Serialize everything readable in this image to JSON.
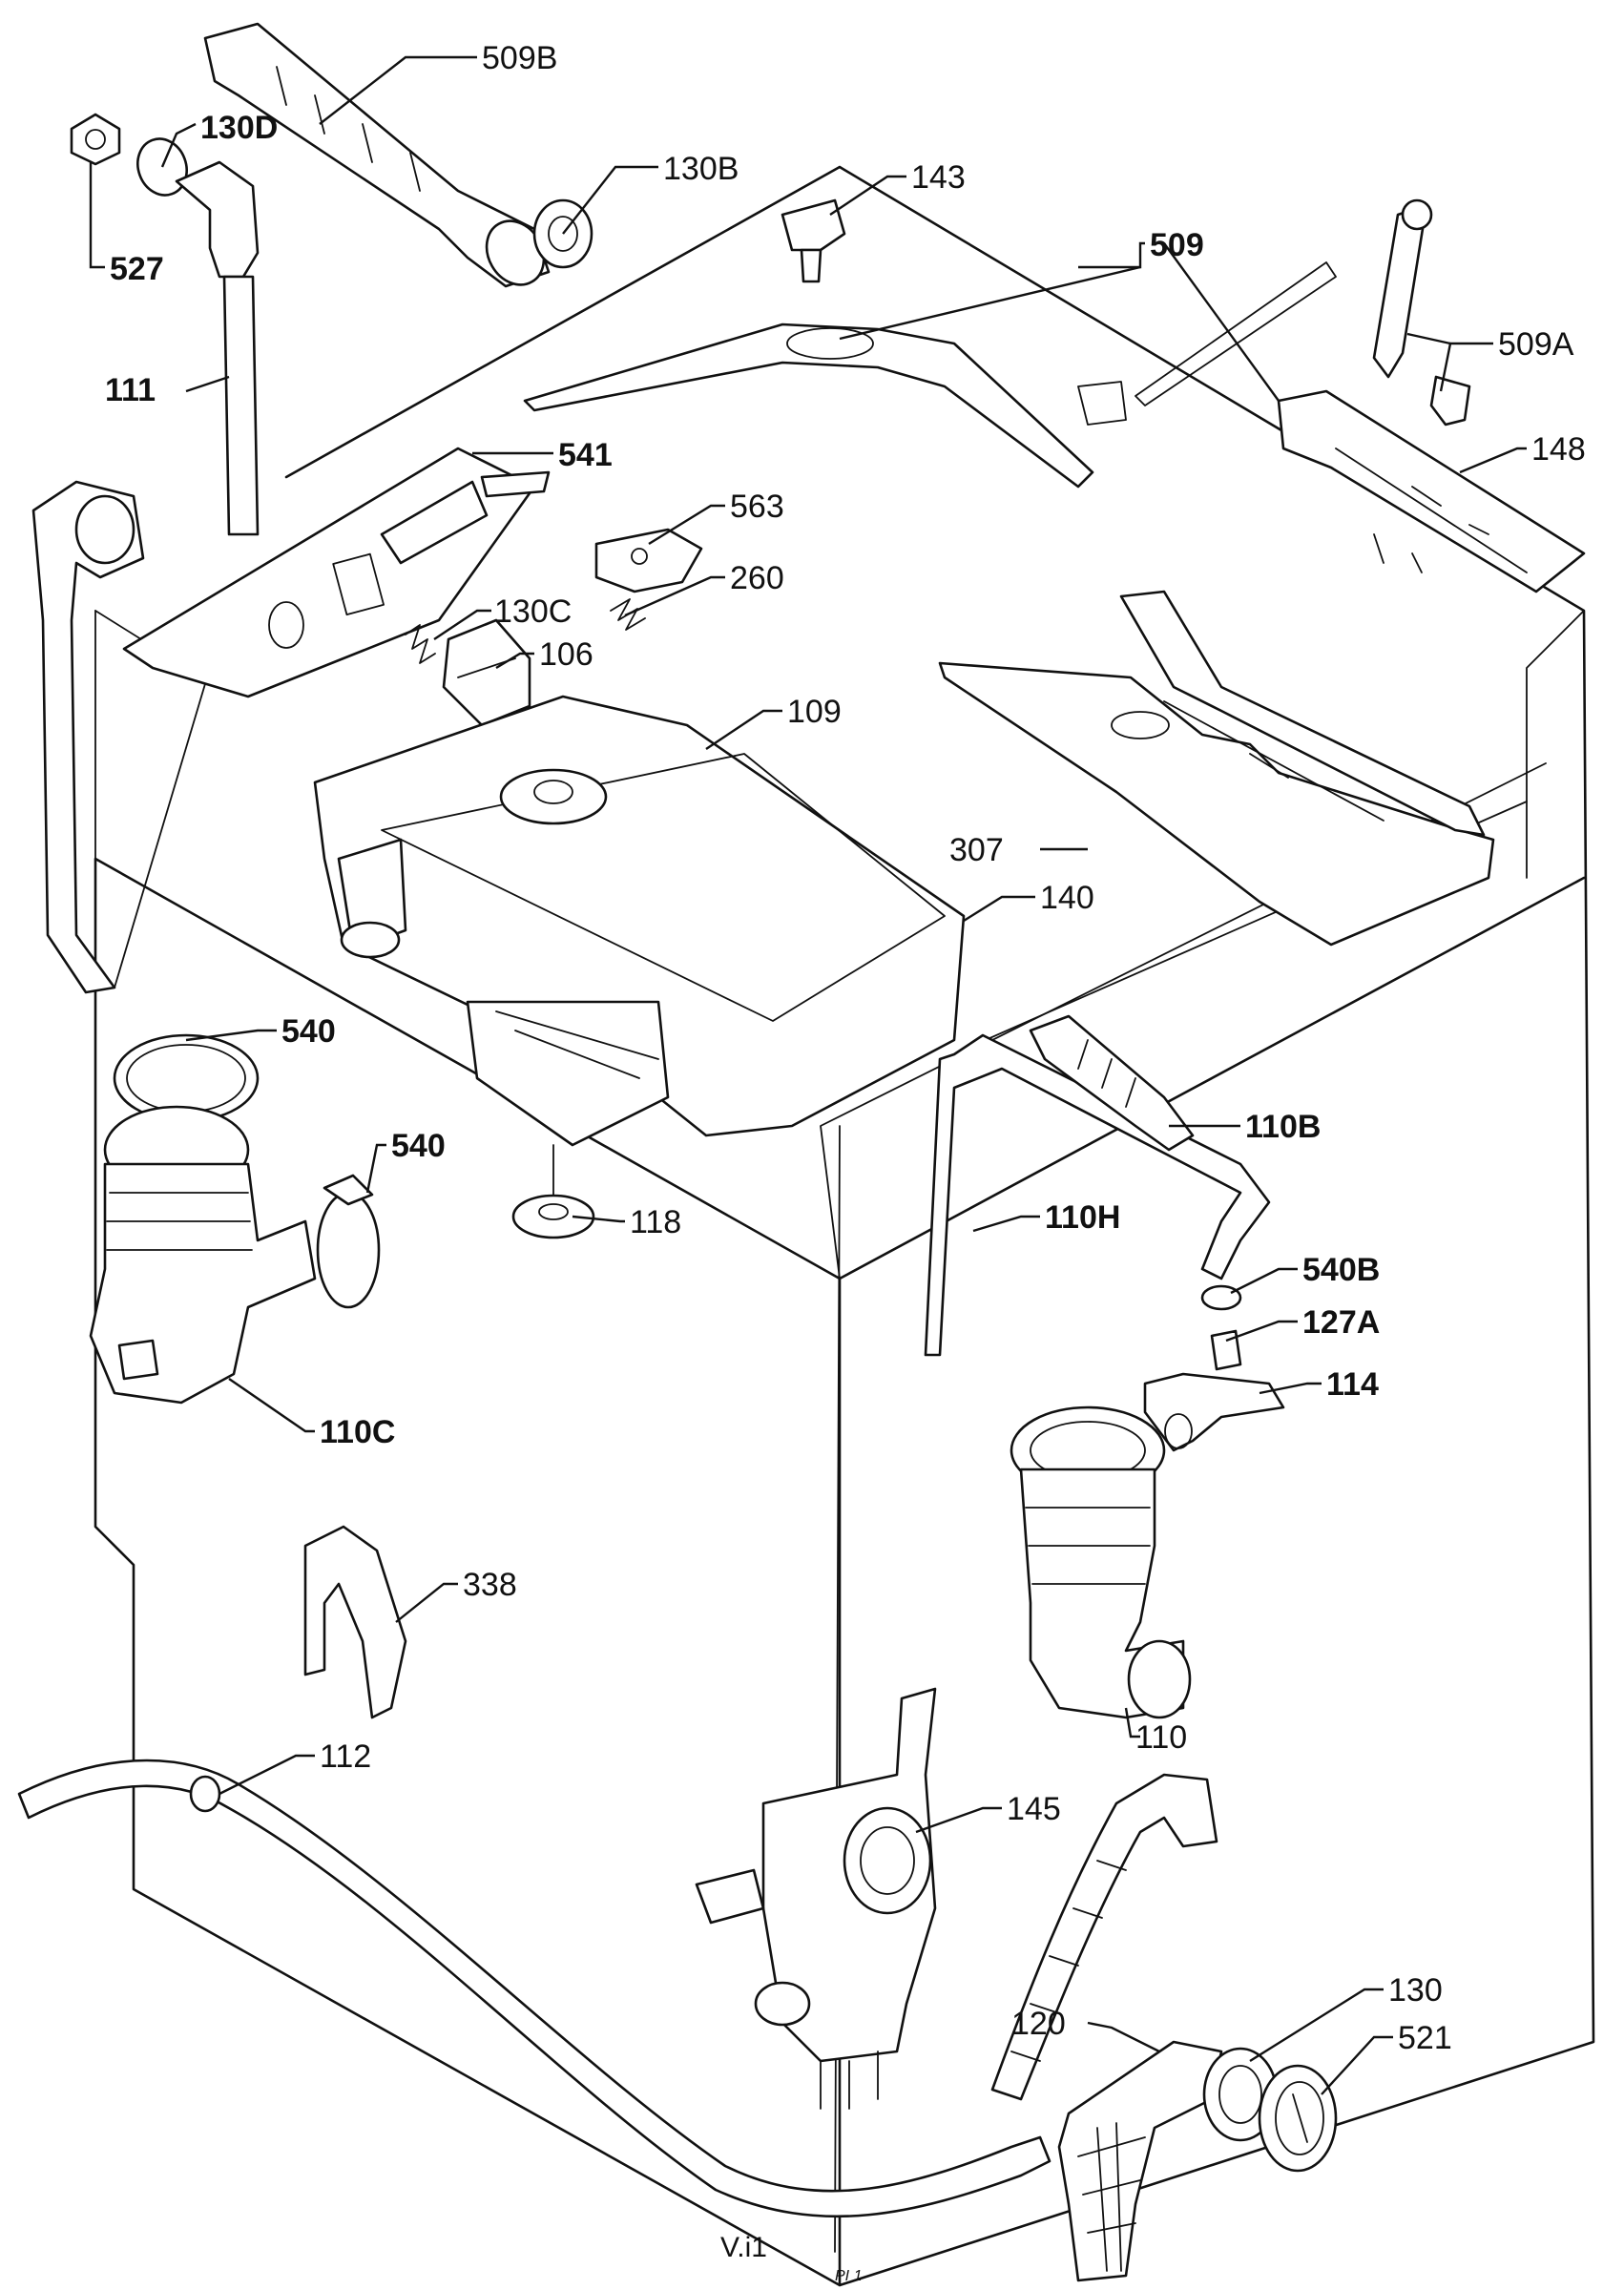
{
  "labels": {
    "p509b": "509B",
    "p130d": "130D",
    "p130b": "130B",
    "p527": "527",
    "p143": "143",
    "p509": "509",
    "p509a": "509A",
    "p111": "111",
    "p541": "541",
    "p563": "563",
    "p148": "148",
    "p260": "260",
    "p130c": "130C",
    "p106": "106",
    "p109": "109",
    "p307": "307",
    "p140": "140",
    "p540a": "540",
    "p540b": "540",
    "p110b": "110B",
    "p118": "118",
    "p110h": "110H",
    "p540B": "540B",
    "p110c": "110C",
    "p127a": "127A",
    "p114": "114",
    "p338": "338",
    "p110": "110",
    "p112": "112",
    "p145": "145",
    "p130": "130",
    "p120": "120",
    "p521": "521"
  },
  "footer": {
    "version": "V.i1",
    "mark": "PI 1"
  }
}
